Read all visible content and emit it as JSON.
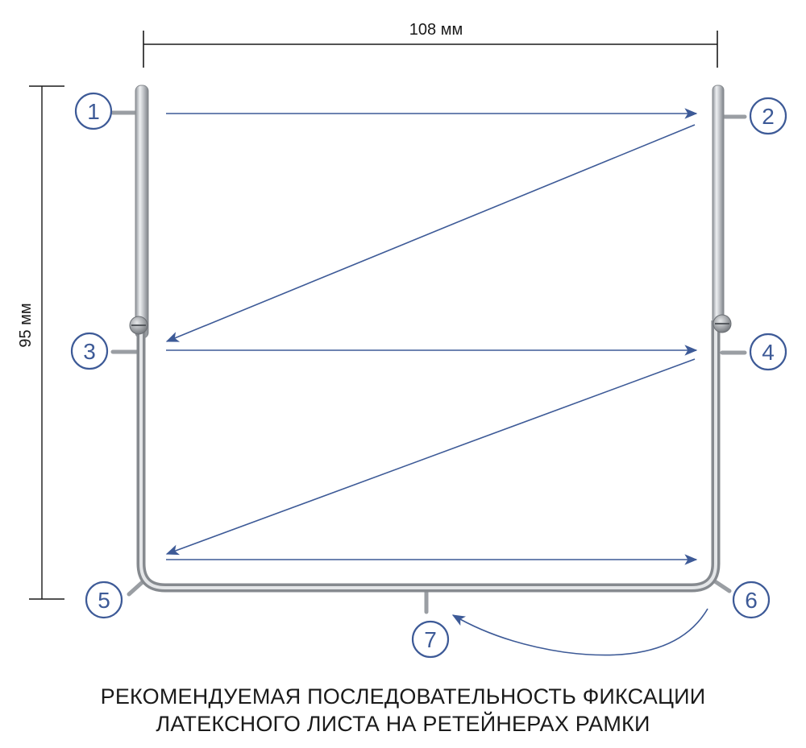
{
  "dimensions": {
    "width_label": "108 мм",
    "height_label": "95 мм"
  },
  "markers": [
    "1",
    "2",
    "3",
    "4",
    "5",
    "6",
    "7"
  ],
  "caption": {
    "line1": "РЕКОМЕНДУЕМАЯ ПОСЛЕДОВАТЕЛЬНОСТЬ ФИКСАЦИИ",
    "line2": "ЛАТЕКСНОГО ЛИСТА НА РЕТЕЙНЕРАХ РАМКИ"
  },
  "colors": {
    "arrow": "#3d5a97",
    "marker": "#3d5a97",
    "frame": "#a9adb2",
    "dimension_line": "#1a1a1a"
  }
}
